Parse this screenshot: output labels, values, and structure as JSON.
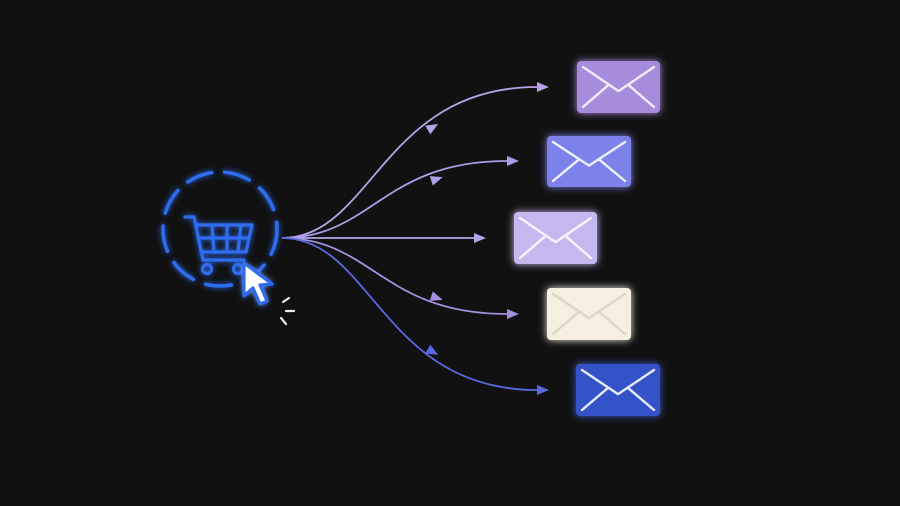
{
  "colors": {
    "background": "#111112",
    "trigger_blue": "#2f6df0",
    "cursor_outline": "#2f6df0",
    "cursor_fill": "#ffffff",
    "click_spark": "#e8e8e8"
  },
  "trigger": {
    "icon": "shopping-cart-icon",
    "cursor_icon": "pointer-cursor-icon"
  },
  "envelopes": [
    {
      "id": "email-1",
      "icon": "envelope-icon",
      "fill": "#a78bdc",
      "line": "#f1ecfa",
      "arrow": "#b6a3e6"
    },
    {
      "id": "email-2",
      "icon": "envelope-icon",
      "fill": "#7b82ea",
      "line": "#eef0ff",
      "arrow": "#a99ee8"
    },
    {
      "id": "email-3",
      "icon": "envelope-icon",
      "fill": "#c6b8ee",
      "line": "#f6f2ff",
      "arrow": "#b4a6e8"
    },
    {
      "id": "email-4",
      "icon": "envelope-icon",
      "fill": "#f5efe1",
      "line": "#ddd6c8",
      "arrow": "#a58fe0"
    },
    {
      "id": "email-5",
      "icon": "envelope-icon",
      "fill": "#3552c9",
      "line": "#e8ecff",
      "arrow": "#5b67e0"
    }
  ]
}
